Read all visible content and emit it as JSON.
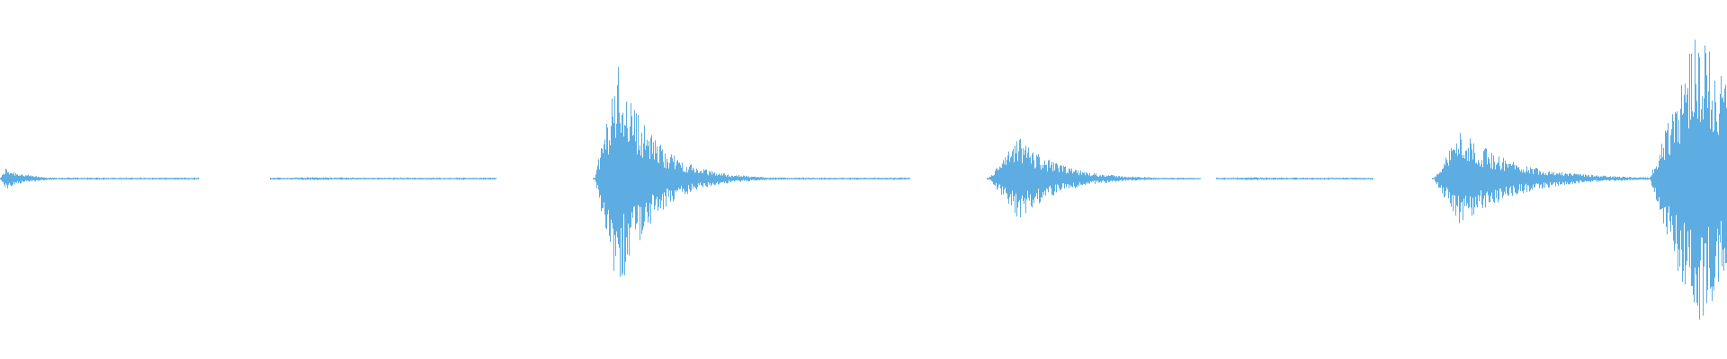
{
  "waveform": {
    "color": "#5dade2",
    "background": "#ffffff",
    "bursts": [
      {
        "start": 0.0,
        "end": 0.115,
        "peak": 0.07,
        "attack": 0.003,
        "decay": 0.012
      },
      {
        "start": 0.157,
        "end": 0.287,
        "peak": 0.01,
        "attack": 0.02,
        "decay": 0.05
      },
      {
        "start": 0.344,
        "end": 0.527,
        "peak": 0.72,
        "attack": 0.014,
        "decay": 0.02
      },
      {
        "start": 0.572,
        "end": 0.695,
        "peak": 0.26,
        "attack": 0.018,
        "decay": 0.022
      },
      {
        "start": 0.705,
        "end": 0.795,
        "peak": 0.01,
        "attack": 0.02,
        "decay": 0.03
      },
      {
        "start": 0.83,
        "end": 0.96,
        "peak": 0.31,
        "attack": 0.015,
        "decay": 0.03
      },
      {
        "start": 0.955,
        "end": 1.0,
        "peak": 0.98,
        "attack": 0.028,
        "decay": 0.035
      }
    ]
  }
}
